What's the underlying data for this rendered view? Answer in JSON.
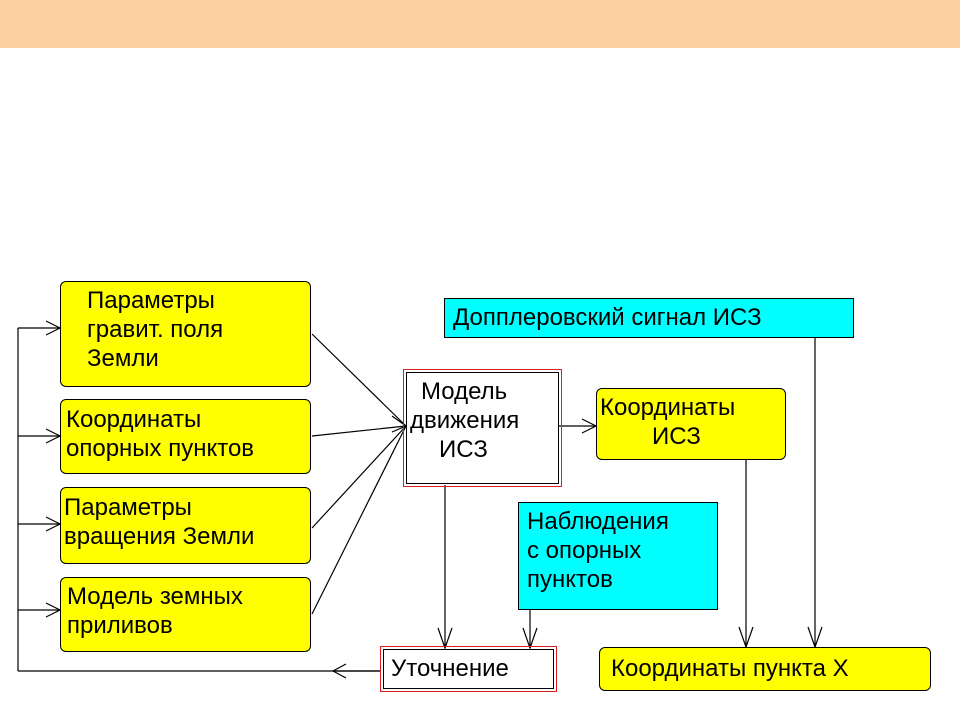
{
  "diagram": {
    "header_band_color": "#fdd0a0",
    "colors": {
      "yellow_box": "#ffff00",
      "cyan_box": "#00ffff",
      "highlight_outline": "#d82020"
    },
    "nodes": {
      "gravity_params": {
        "lines": [
          "Параметры",
          "гравит. поля",
          "Земли"
        ]
      },
      "reference_coords": {
        "lines": [
          "Координаты",
          "опорных пунктов"
        ]
      },
      "rotation_params": {
        "lines": [
          "Параметры",
          "вращения Земли"
        ]
      },
      "tide_model": {
        "lines": [
          "Модель земных",
          "приливов"
        ]
      },
      "satellite_model": {
        "lines": [
          "Модель",
          "движения",
          "ИСЗ"
        ]
      },
      "doppler_signal": {
        "lines": [
          "Допплеровский сигнал ИСЗ"
        ]
      },
      "satellite_coords": {
        "lines": [
          "Координаты",
          "ИСЗ"
        ]
      },
      "observations": {
        "lines": [
          "Наблюдения",
          "с опорных",
          "пунктов"
        ]
      },
      "refinement": {
        "lines": [
          "Уточнение"
        ]
      },
      "point_coords": {
        "lines": [
          "Координаты пункта  Х"
        ]
      }
    }
  }
}
